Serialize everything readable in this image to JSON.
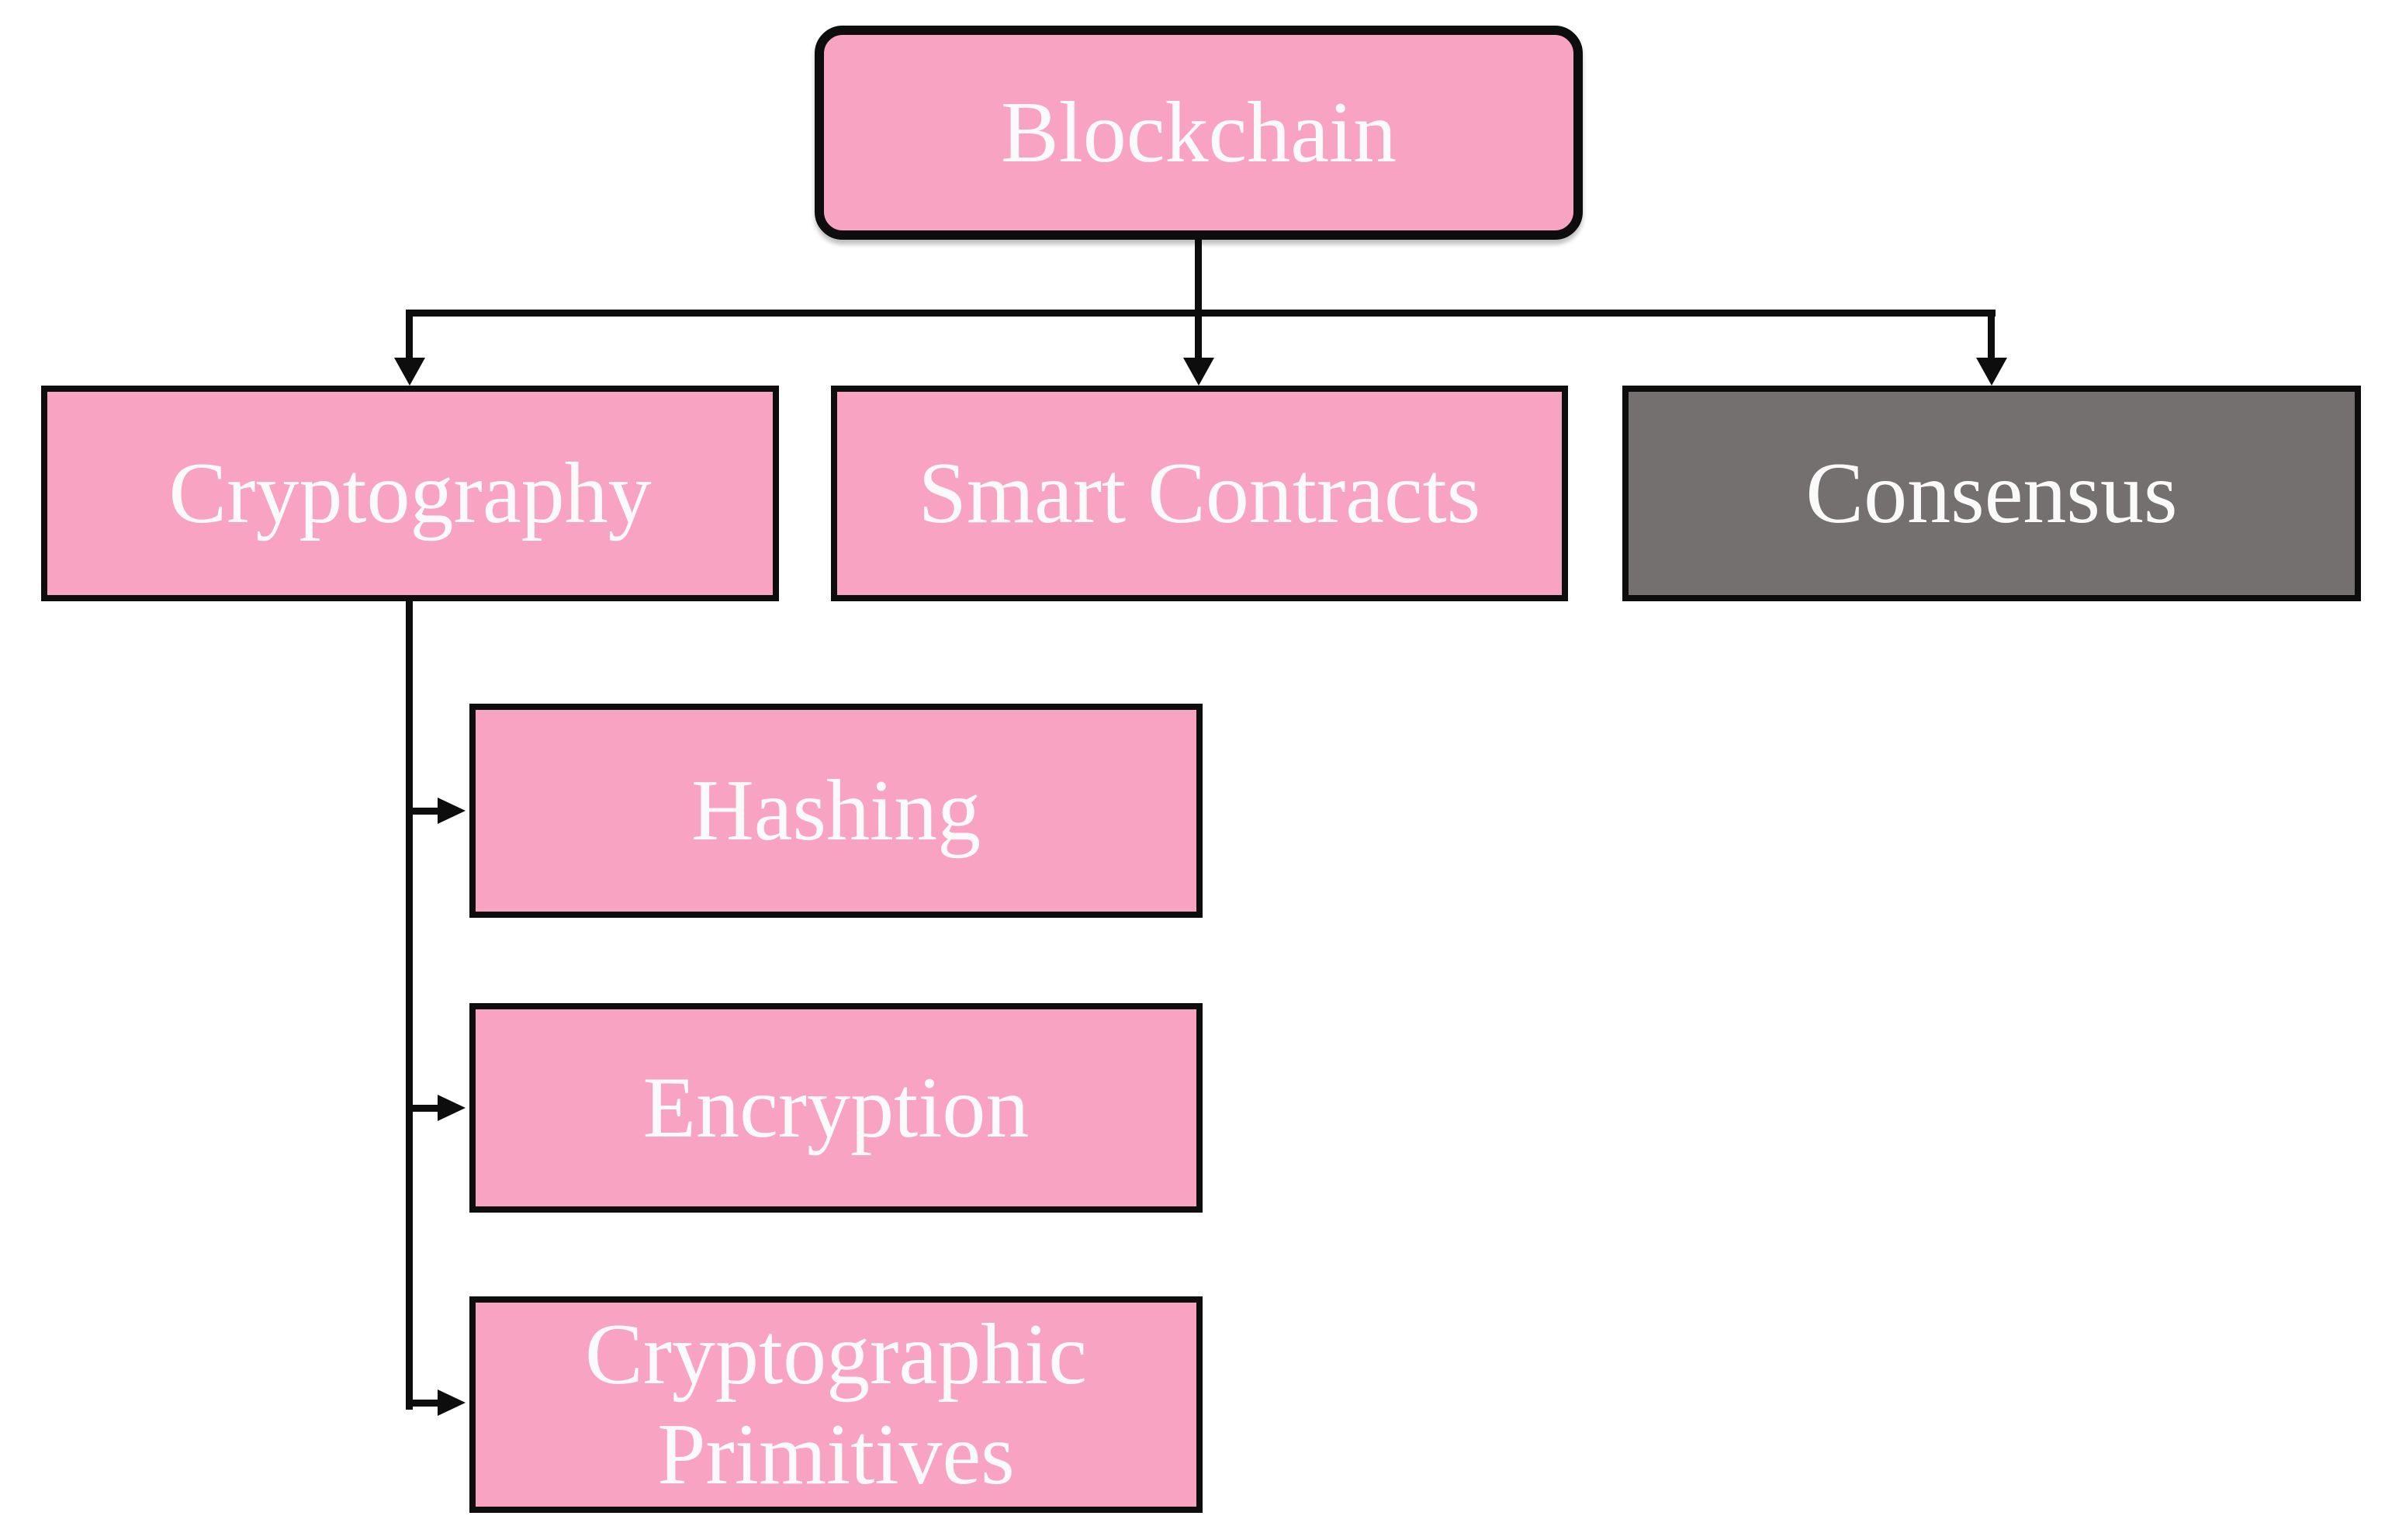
{
  "diagram": {
    "type": "hierarchy-flowchart",
    "background": "#FFFFFF",
    "colors": {
      "node_pink": "#F9A3C3",
      "node_gray": "#757070",
      "connector_black": "#0D0D0D",
      "label_text": "#FBFAFB"
    },
    "root": {
      "label": "Blockchain",
      "fill": "#F9A3C3",
      "shape": "rounded-rectangle"
    },
    "children": [
      {
        "label": "Cryptography",
        "fill": "#F9A3C3",
        "shape": "rectangle"
      },
      {
        "label": "Smart Contracts",
        "fill": "#F9A3C3",
        "shape": "rectangle"
      },
      {
        "label": "Consensus",
        "fill": "#757070",
        "shape": "rectangle"
      }
    ],
    "cryptography_children": [
      {
        "label": "Hashing",
        "fill": "#F9A3C3",
        "shape": "rectangle"
      },
      {
        "label": "Encryption",
        "fill": "#F9A3C3",
        "shape": "rectangle"
      },
      {
        "label": "Cryptographic Primitives",
        "fill": "#F9A3C3",
        "shape": "rectangle"
      }
    ],
    "edges": [
      {
        "from": "Blockchain",
        "to": "Cryptography",
        "style": "elbow-down-arrow"
      },
      {
        "from": "Blockchain",
        "to": "Smart Contracts",
        "style": "straight-down-arrow"
      },
      {
        "from": "Blockchain",
        "to": "Consensus",
        "style": "elbow-down-arrow"
      },
      {
        "from": "Cryptography",
        "to": "Hashing",
        "style": "elbow-right-arrow"
      },
      {
        "from": "Cryptography",
        "to": "Encryption",
        "style": "elbow-right-arrow"
      },
      {
        "from": "Cryptography",
        "to": "Cryptographic Primitives",
        "style": "elbow-right-arrow"
      }
    ]
  }
}
